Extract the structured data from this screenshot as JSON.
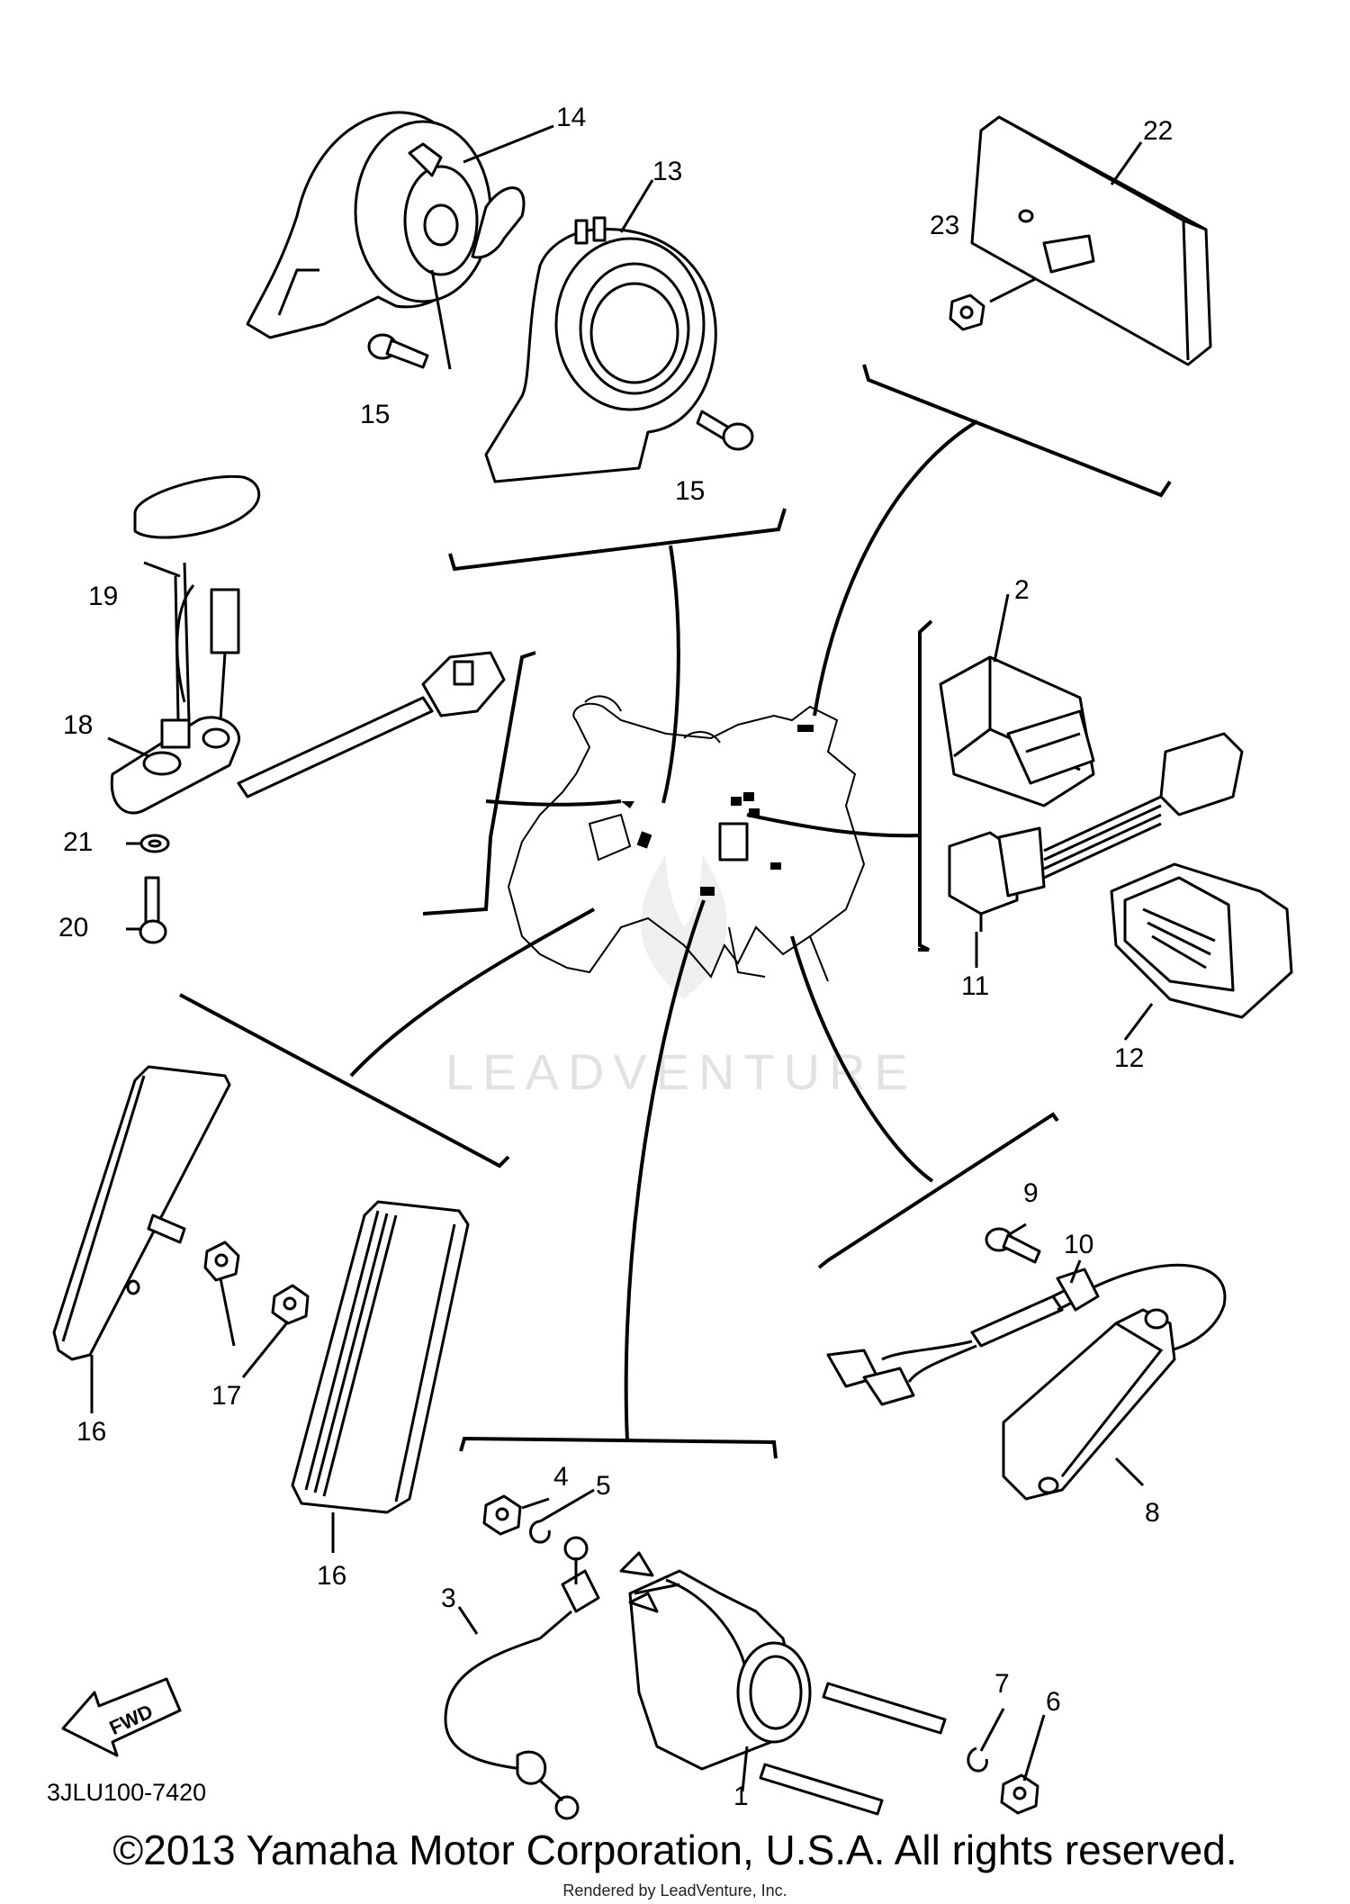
{
  "diagram": {
    "reference_code": "3JLU100-7420",
    "watermark": "LEADVENTURE",
    "fwd_label": "FWD",
    "callouts": [
      "1",
      "2",
      "3",
      "4",
      "5",
      "6",
      "7",
      "8",
      "9",
      "10",
      "11",
      "12",
      "13",
      "14",
      "15",
      "15",
      "16",
      "16",
      "17",
      "18",
      "19",
      "20",
      "21",
      "22",
      "23"
    ]
  },
  "footer": {
    "copyright": "©2013 Yamaha Motor Corporation, U.S.A. All rights reserved.",
    "rendered_by": "Rendered by LeadVenture, Inc."
  }
}
